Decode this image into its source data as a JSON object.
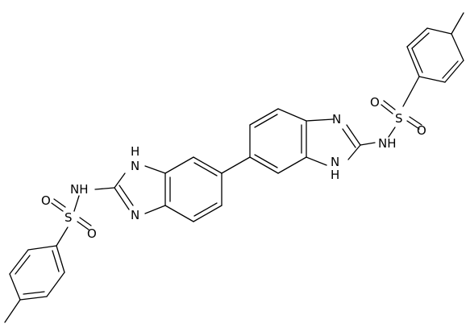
{
  "molecule": {
    "labels": {
      "N": "N",
      "NH": "NH",
      "H": "H",
      "S": "S",
      "O": "O"
    }
  }
}
